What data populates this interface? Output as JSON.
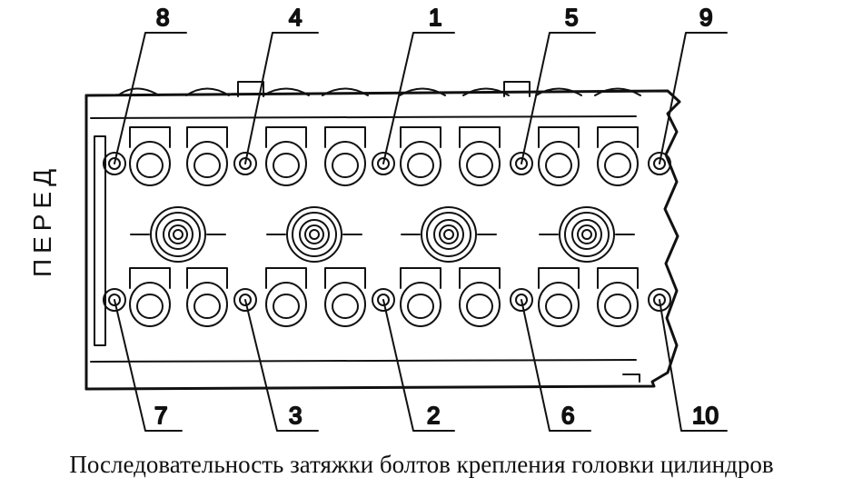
{
  "side_label": "ПЕРЕД",
  "caption": "Последовательность затяжки болтов крепления головки цилиндров",
  "callouts": {
    "top": [
      "8",
      "4",
      "1",
      "5",
      "9"
    ],
    "bottom": [
      "7",
      "3",
      "2",
      "6",
      "10"
    ]
  }
}
